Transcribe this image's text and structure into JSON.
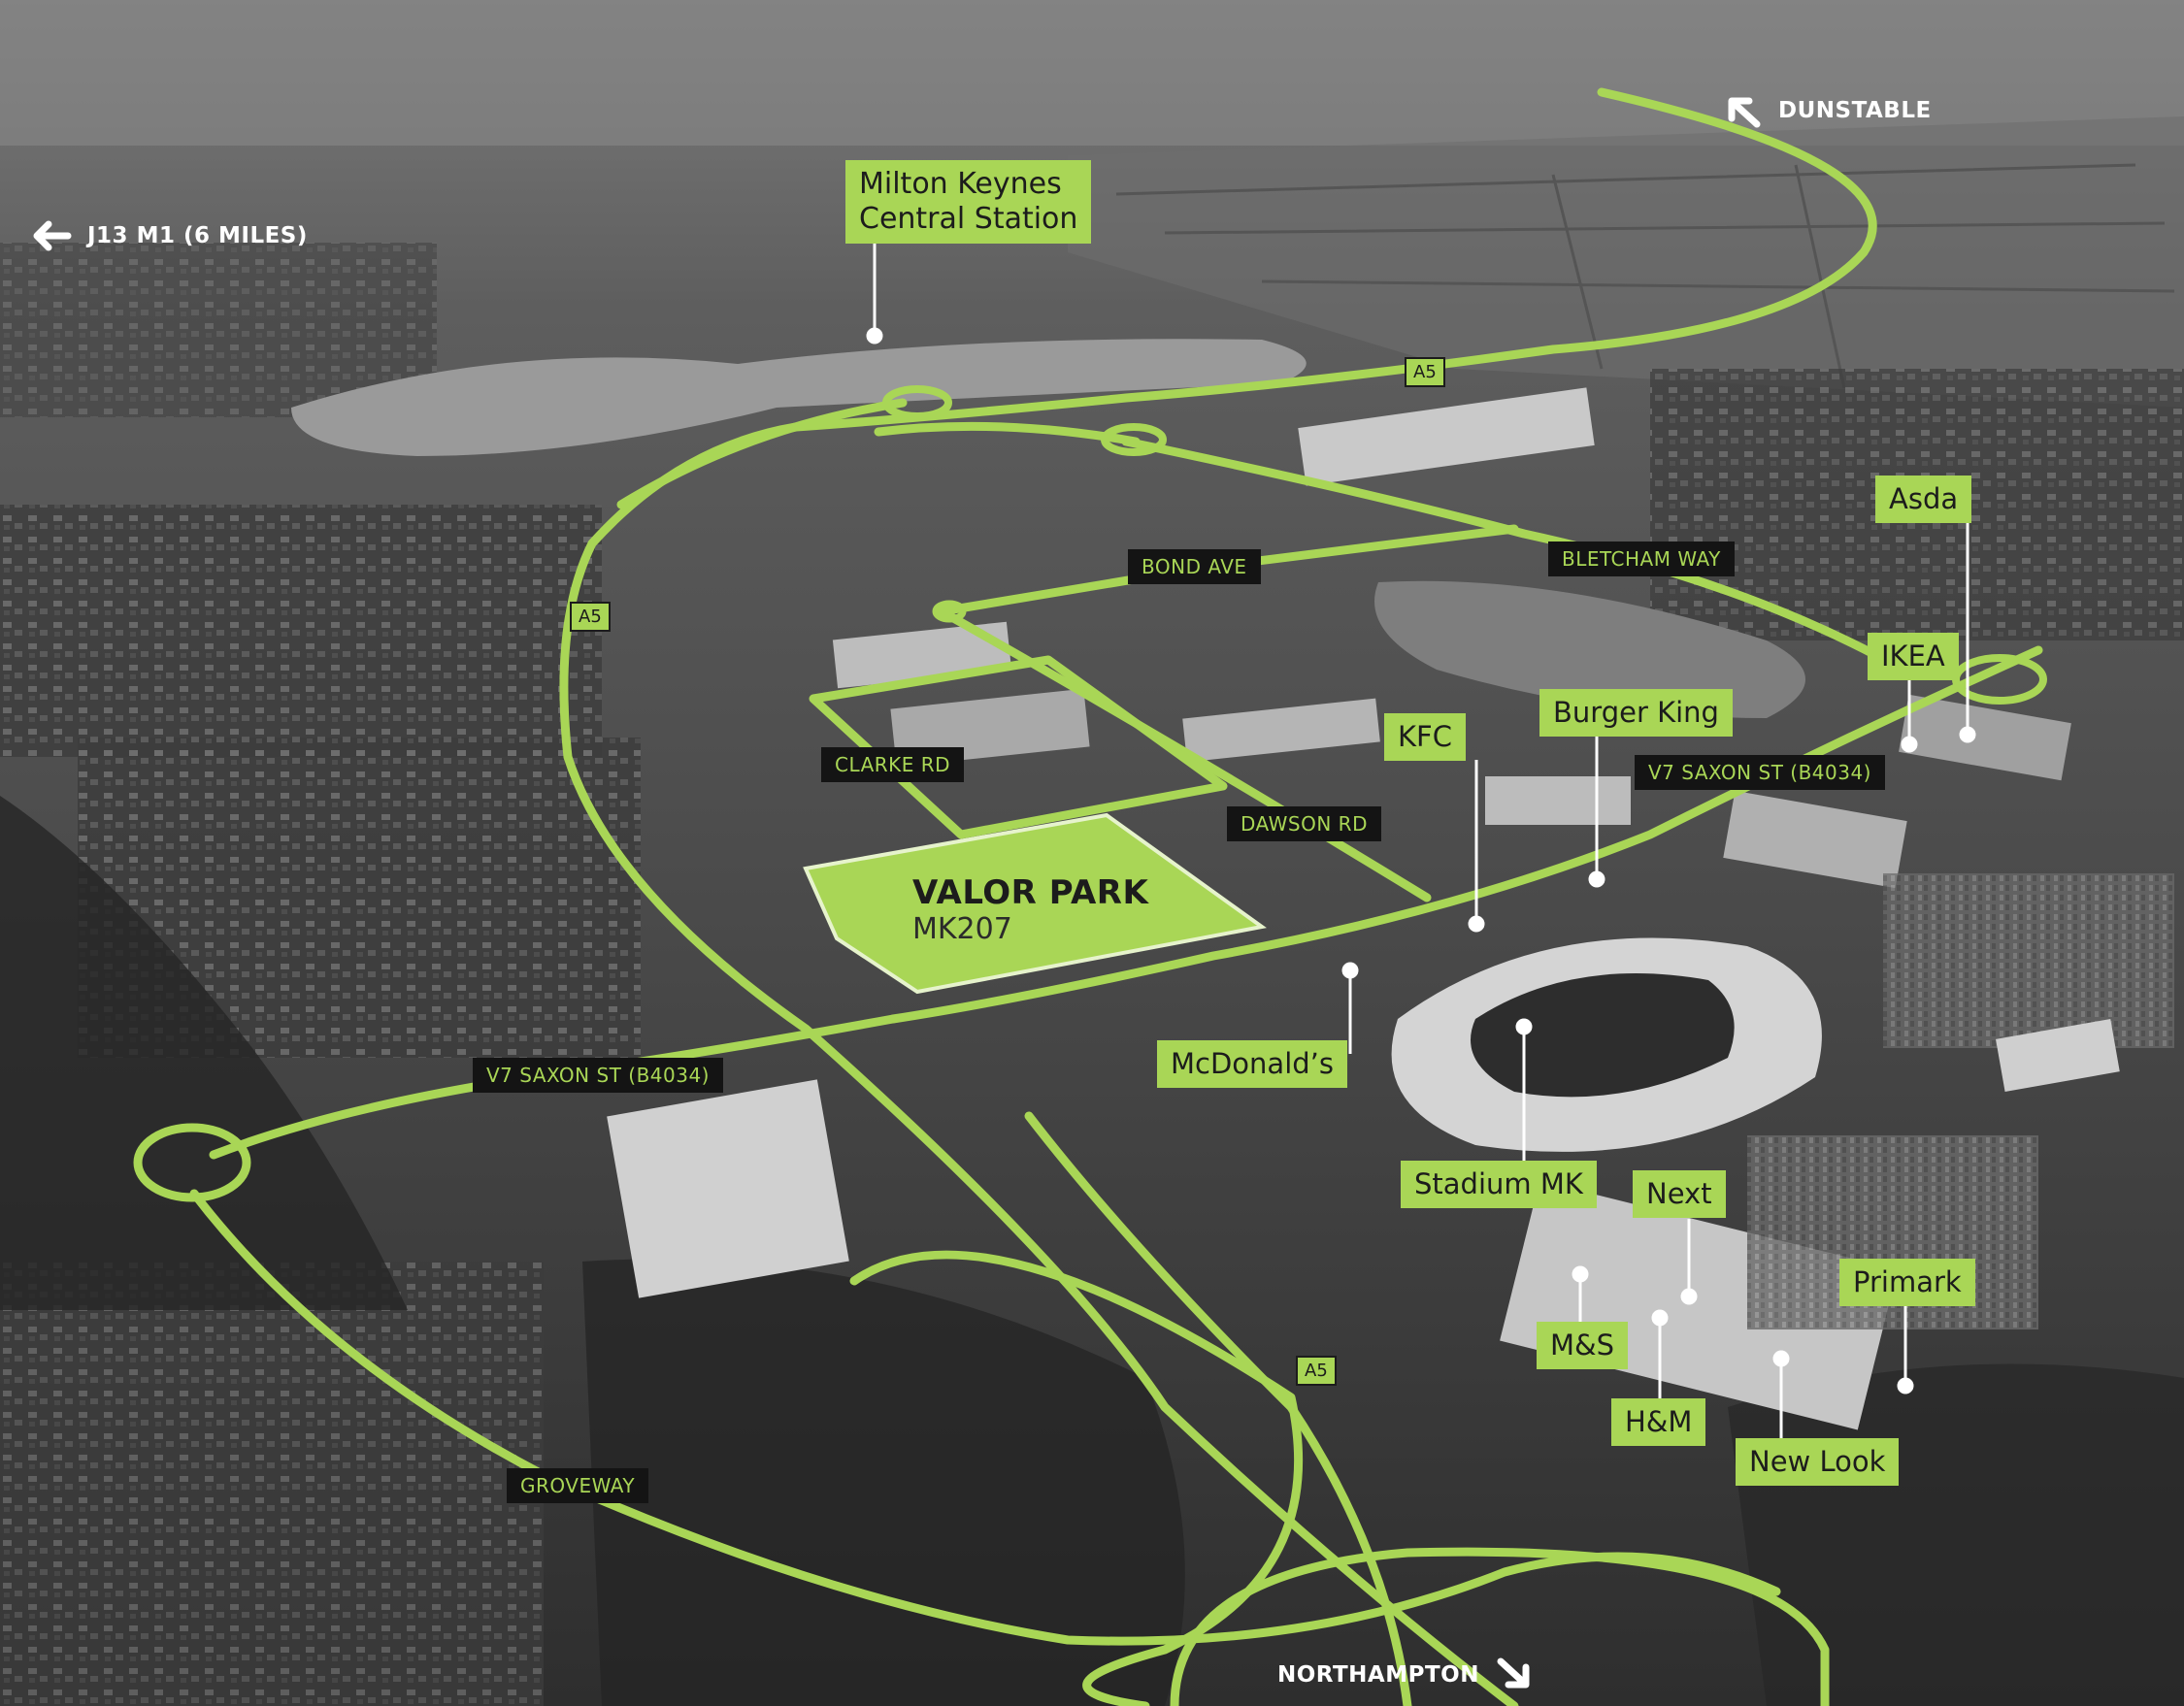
{
  "site": {
    "name": "VALOR PARK",
    "code": "MK207"
  },
  "directions": {
    "dunstable": "DUNSTABLE",
    "m1": "J13 M1 (6 MILES)",
    "northampton": "NORTHAMPTON"
  },
  "landmarks": {
    "station_line1": "Milton Keynes",
    "station_line2": "Central Station",
    "asda": "Asda",
    "ikea": "IKEA",
    "burger_king": "Burger King",
    "kfc": "KFC",
    "mcdonalds": "McDonald’s",
    "stadium": "Stadium MK",
    "next": "Next",
    "primark": "Primark",
    "ms": "M&S",
    "hm": "H&M",
    "new_look": "New Look"
  },
  "roads": {
    "bond_ave": "BOND AVE",
    "bletcham_way": "BLETCHAM WAY",
    "clarke_rd": "CLARKE RD",
    "dawson_rd": "DAWSON RD",
    "saxon_east": "V7 SAXON ST (B4034)",
    "saxon_west": "V7 SAXON ST (B4034)",
    "groveway": "GROVEWAY"
  },
  "shields": {
    "a5_top": "A5",
    "a5_left": "A5",
    "a5_bottom": "A5"
  },
  "colors": {
    "accent": "#a9d656",
    "road_tag": "#141414",
    "text_dark": "#1c1c1c"
  }
}
